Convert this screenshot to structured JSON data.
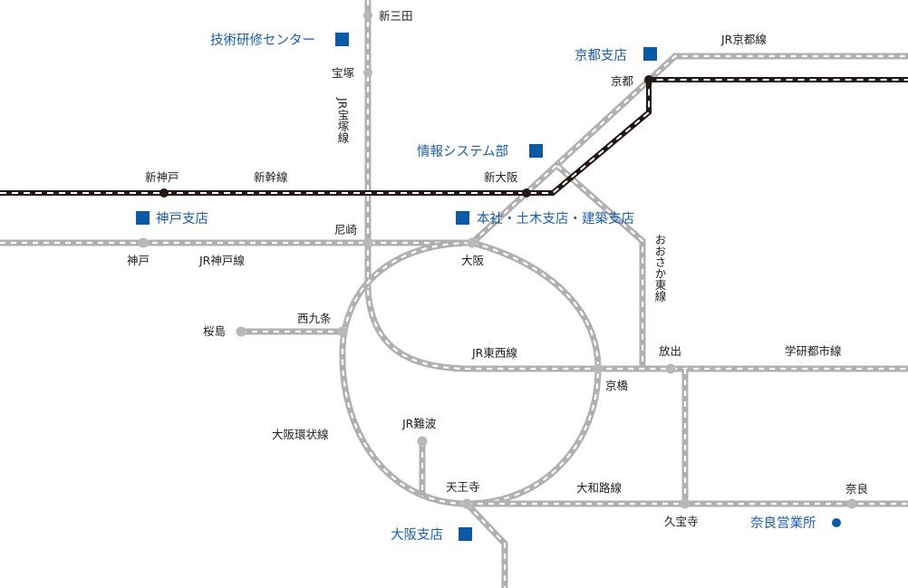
{
  "colors": {
    "jr_line": "#b0b0b0",
    "shinkansen": "#231815",
    "office_blue": "#0b5aa6",
    "station_node": "#b8b8b8"
  },
  "stations": {
    "shin_sanda": "新三田",
    "takarazuka": "宝塚",
    "shin_kobe": "新神戸",
    "shin_osaka": "新大阪",
    "kyoto": "京都",
    "amagasaki": "尼崎",
    "kobe": "神戸",
    "osaka": "大阪",
    "nishikujo": "西九条",
    "sakurajima": "桜島",
    "kyobashi": "京橋",
    "hanaten": "放出",
    "jr_namba": "JR難波",
    "tennoji": "天王寺",
    "kyuhoji": "久宝寺",
    "nara": "奈良"
  },
  "lines": {
    "jr_takarazuka": "JR宝塚線",
    "shinkansen": "新幹線",
    "jr_kyoto": "JR京都線",
    "jr_kobe": "JR神戸線",
    "osaka_higashi": "おおさか東線",
    "jr_tozai": "JR東西線",
    "gakkentoshi": "学研都市線",
    "osaka_loop": "大阪環状線",
    "yamatoji": "大和路線"
  },
  "offices": {
    "training_center": "技術研修センター",
    "kyoto_branch": "京都支店",
    "info_systems": "情報システム部",
    "kobe_branch": "神戸支店",
    "head_office": "本社・土木支店・建築支店",
    "osaka_branch": "大阪支店",
    "nara_office": "奈良営業所"
  }
}
